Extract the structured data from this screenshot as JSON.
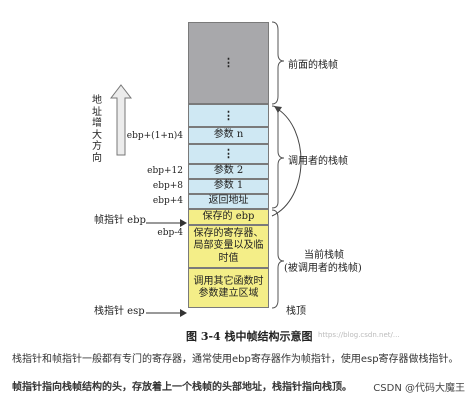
{
  "growth_label_chars": [
    "地",
    "址",
    "增",
    "大",
    "方",
    "向"
  ],
  "stack_cells": [
    {
      "label": "⋮"
    },
    {
      "label": "⋮"
    },
    {
      "label": "参数 n"
    },
    {
      "label": "⋮"
    },
    {
      "label": "参数 2"
    },
    {
      "label": "参数 1"
    },
    {
      "label": "返回地址"
    },
    {
      "label": "保存的 ebp"
    },
    {
      "label": "保存的寄存器、局部变量以及临时值"
    },
    {
      "label": "调用其它函数时参数建立区域"
    }
  ],
  "addresses": {
    "a1": "ebp+(1+n)4",
    "a2": "ebp+12",
    "a3": "ebp+8",
    "a4": "ebp+4",
    "a5": "ebp-4"
  },
  "pointers": {
    "frame": "帧指针 ebp",
    "stack": "栈指针 esp"
  },
  "regions": {
    "previous": "前面的栈帧",
    "caller": "调用者的栈帧",
    "current_1": "当前栈帧",
    "current_2": "(被调用者的栈帧)",
    "top": "栈顶"
  },
  "caption": "图 3-4  栈中帧结构示意图",
  "watermark": "https://blog.csdn.net/...",
  "body_text": [
    "栈指针和帧指针一般都有专门的寄存器，通常使用ebp寄存器作为帧指针，使用esp寄存器做栈指针。",
    "帧指针指向栈帧结构的头，存放着上一个栈帧的头部地址，栈指针指向栈顶。"
  ],
  "footer": "CSDN @代码大魔王",
  "colors": {
    "previous_frame": "#a8a8ab",
    "caller_frame": "#cfe8f3",
    "current_frame": "#f4ee88",
    "growth_arrow": "#ececec"
  }
}
